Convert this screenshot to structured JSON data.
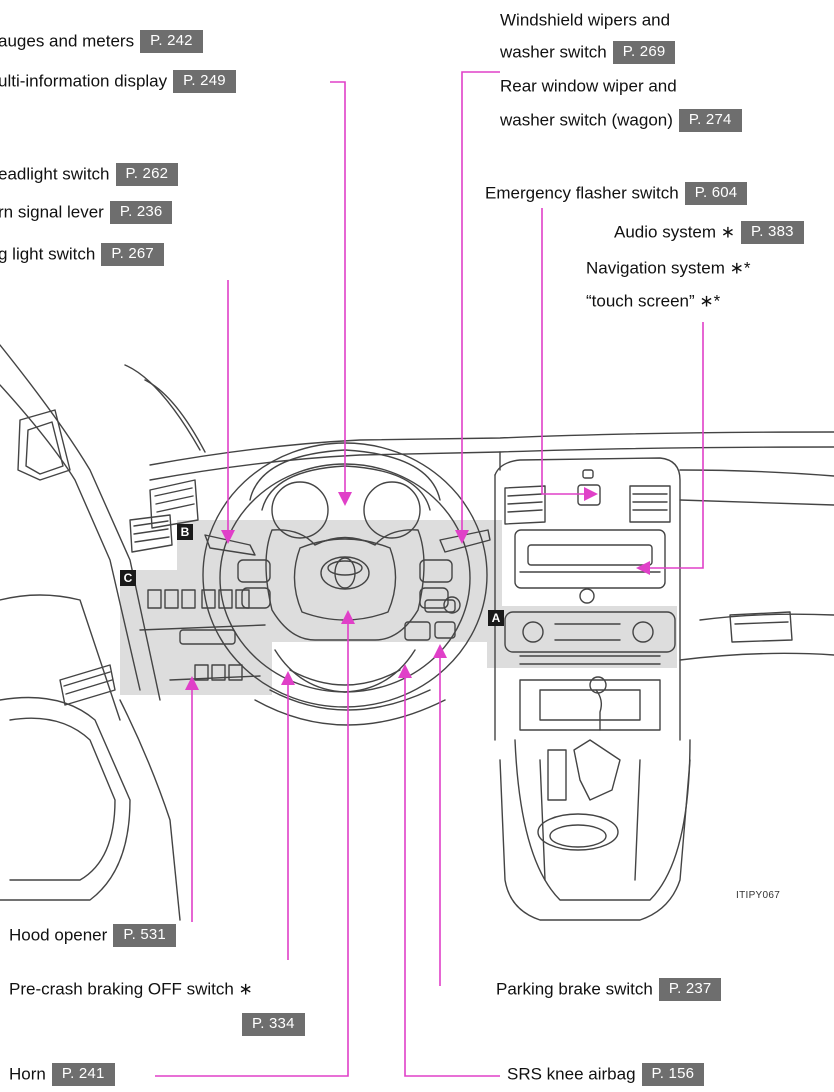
{
  "labels": {
    "gauges": {
      "text": "auges and meters",
      "page": "P. 242"
    },
    "multi_info": {
      "text": "ulti-information display",
      "page": "P. 249"
    },
    "headlight": {
      "text": "eadlight switch",
      "page": "P. 262"
    },
    "turn_signal": {
      "text": "rn signal lever",
      "page": "P. 236"
    },
    "fog_light": {
      "text": "g light switch",
      "page": "P. 267"
    },
    "windshield_line1": {
      "text": "Windshield wipers and"
    },
    "windshield_line2": {
      "text": "washer switch",
      "page": "P. 269"
    },
    "rear_wiper_line1": {
      "text": "Rear window wiper and"
    },
    "rear_wiper_line2": {
      "text": "washer switch (wagon)",
      "page": "P. 274"
    },
    "emergency": {
      "text": "Emergency flasher switch",
      "page": "P. 604"
    },
    "audio": {
      "text": "Audio system ∗",
      "page": "P. 383"
    },
    "nav_line1": {
      "text": "Navigation system ∗*"
    },
    "nav_line2": {
      "text": "“touch screen” ∗*"
    },
    "hood": {
      "text": "Hood opener",
      "page": "P. 531"
    },
    "precrash": {
      "text": "Pre-crash braking OFF switch ∗",
      "page": "P. 334"
    },
    "parking": {
      "text": "Parking brake switch",
      "page": "P. 237"
    },
    "horn": {
      "text": "Horn",
      "page": "P. 241"
    },
    "knee": {
      "text": "SRS knee airbag",
      "page": "P. 156"
    }
  },
  "markers": {
    "a": "A",
    "b": "B",
    "c": "C"
  },
  "figure_code": "ITIPY067",
  "colors": {
    "leader": "#e040c8",
    "page_box": "#6e6e6e",
    "highlight": "#cfcfcf"
  }
}
